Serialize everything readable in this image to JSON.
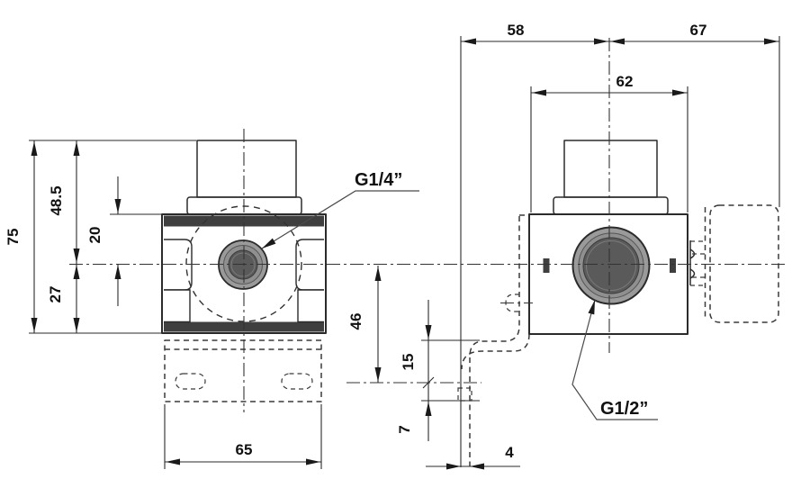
{
  "front_view": {
    "port_label": "G1/4”",
    "dims": {
      "total_height": "75",
      "upper_height": "48.5",
      "port_offset": "20",
      "lower_height": "27",
      "body_width": "65"
    }
  },
  "side_view": {
    "port_label": "G1/2”",
    "dims": {
      "depth_left_of_center": "58",
      "depth_right_of_center": "67",
      "knob_width": "62",
      "center_to_bracket_hole": "46",
      "bend_to_hole": "15",
      "hole_to_edge": "7",
      "bracket_thickness": "4"
    }
  },
  "colors": {
    "body_blue": "#29A9E1",
    "panel_dark": "#3F3F3F",
    "port_outer": "#9A9A9A",
    "port_mid": "#8F8F8F",
    "port_inner": "#5A5A5A",
    "marker_dark": "#3F3F3F"
  }
}
